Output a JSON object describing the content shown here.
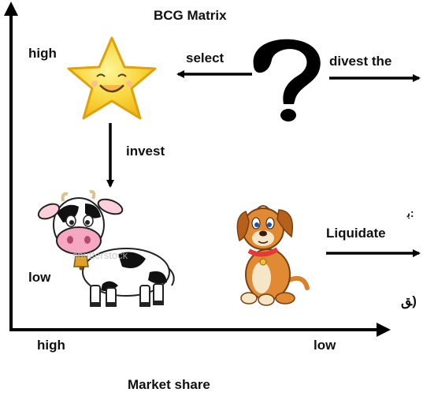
{
  "title": "BCG Matrix",
  "y_axis": {
    "high": "high",
    "low": "low"
  },
  "x_axis": {
    "high": "high",
    "low": "low",
    "label": "Market share"
  },
  "star": {
    "action": "select",
    "icon": "star-icon"
  },
  "question": {
    "action": "divest the",
    "icon": "question-mark-icon"
  },
  "arrow_invest": "invest",
  "dog": {
    "action": "Liquidate",
    "icon": "dog-icon"
  },
  "cow": {
    "icon": "cow-icon",
    "watermark": "shutterstock"
  },
  "partial_text": {
    "top": "ﺑ:",
    "bottom": "ﻖ)"
  },
  "colors": {
    "star": "#f7d53a",
    "arrow": "#000000",
    "collar": "#e53935",
    "dog": "#d9822b"
  }
}
